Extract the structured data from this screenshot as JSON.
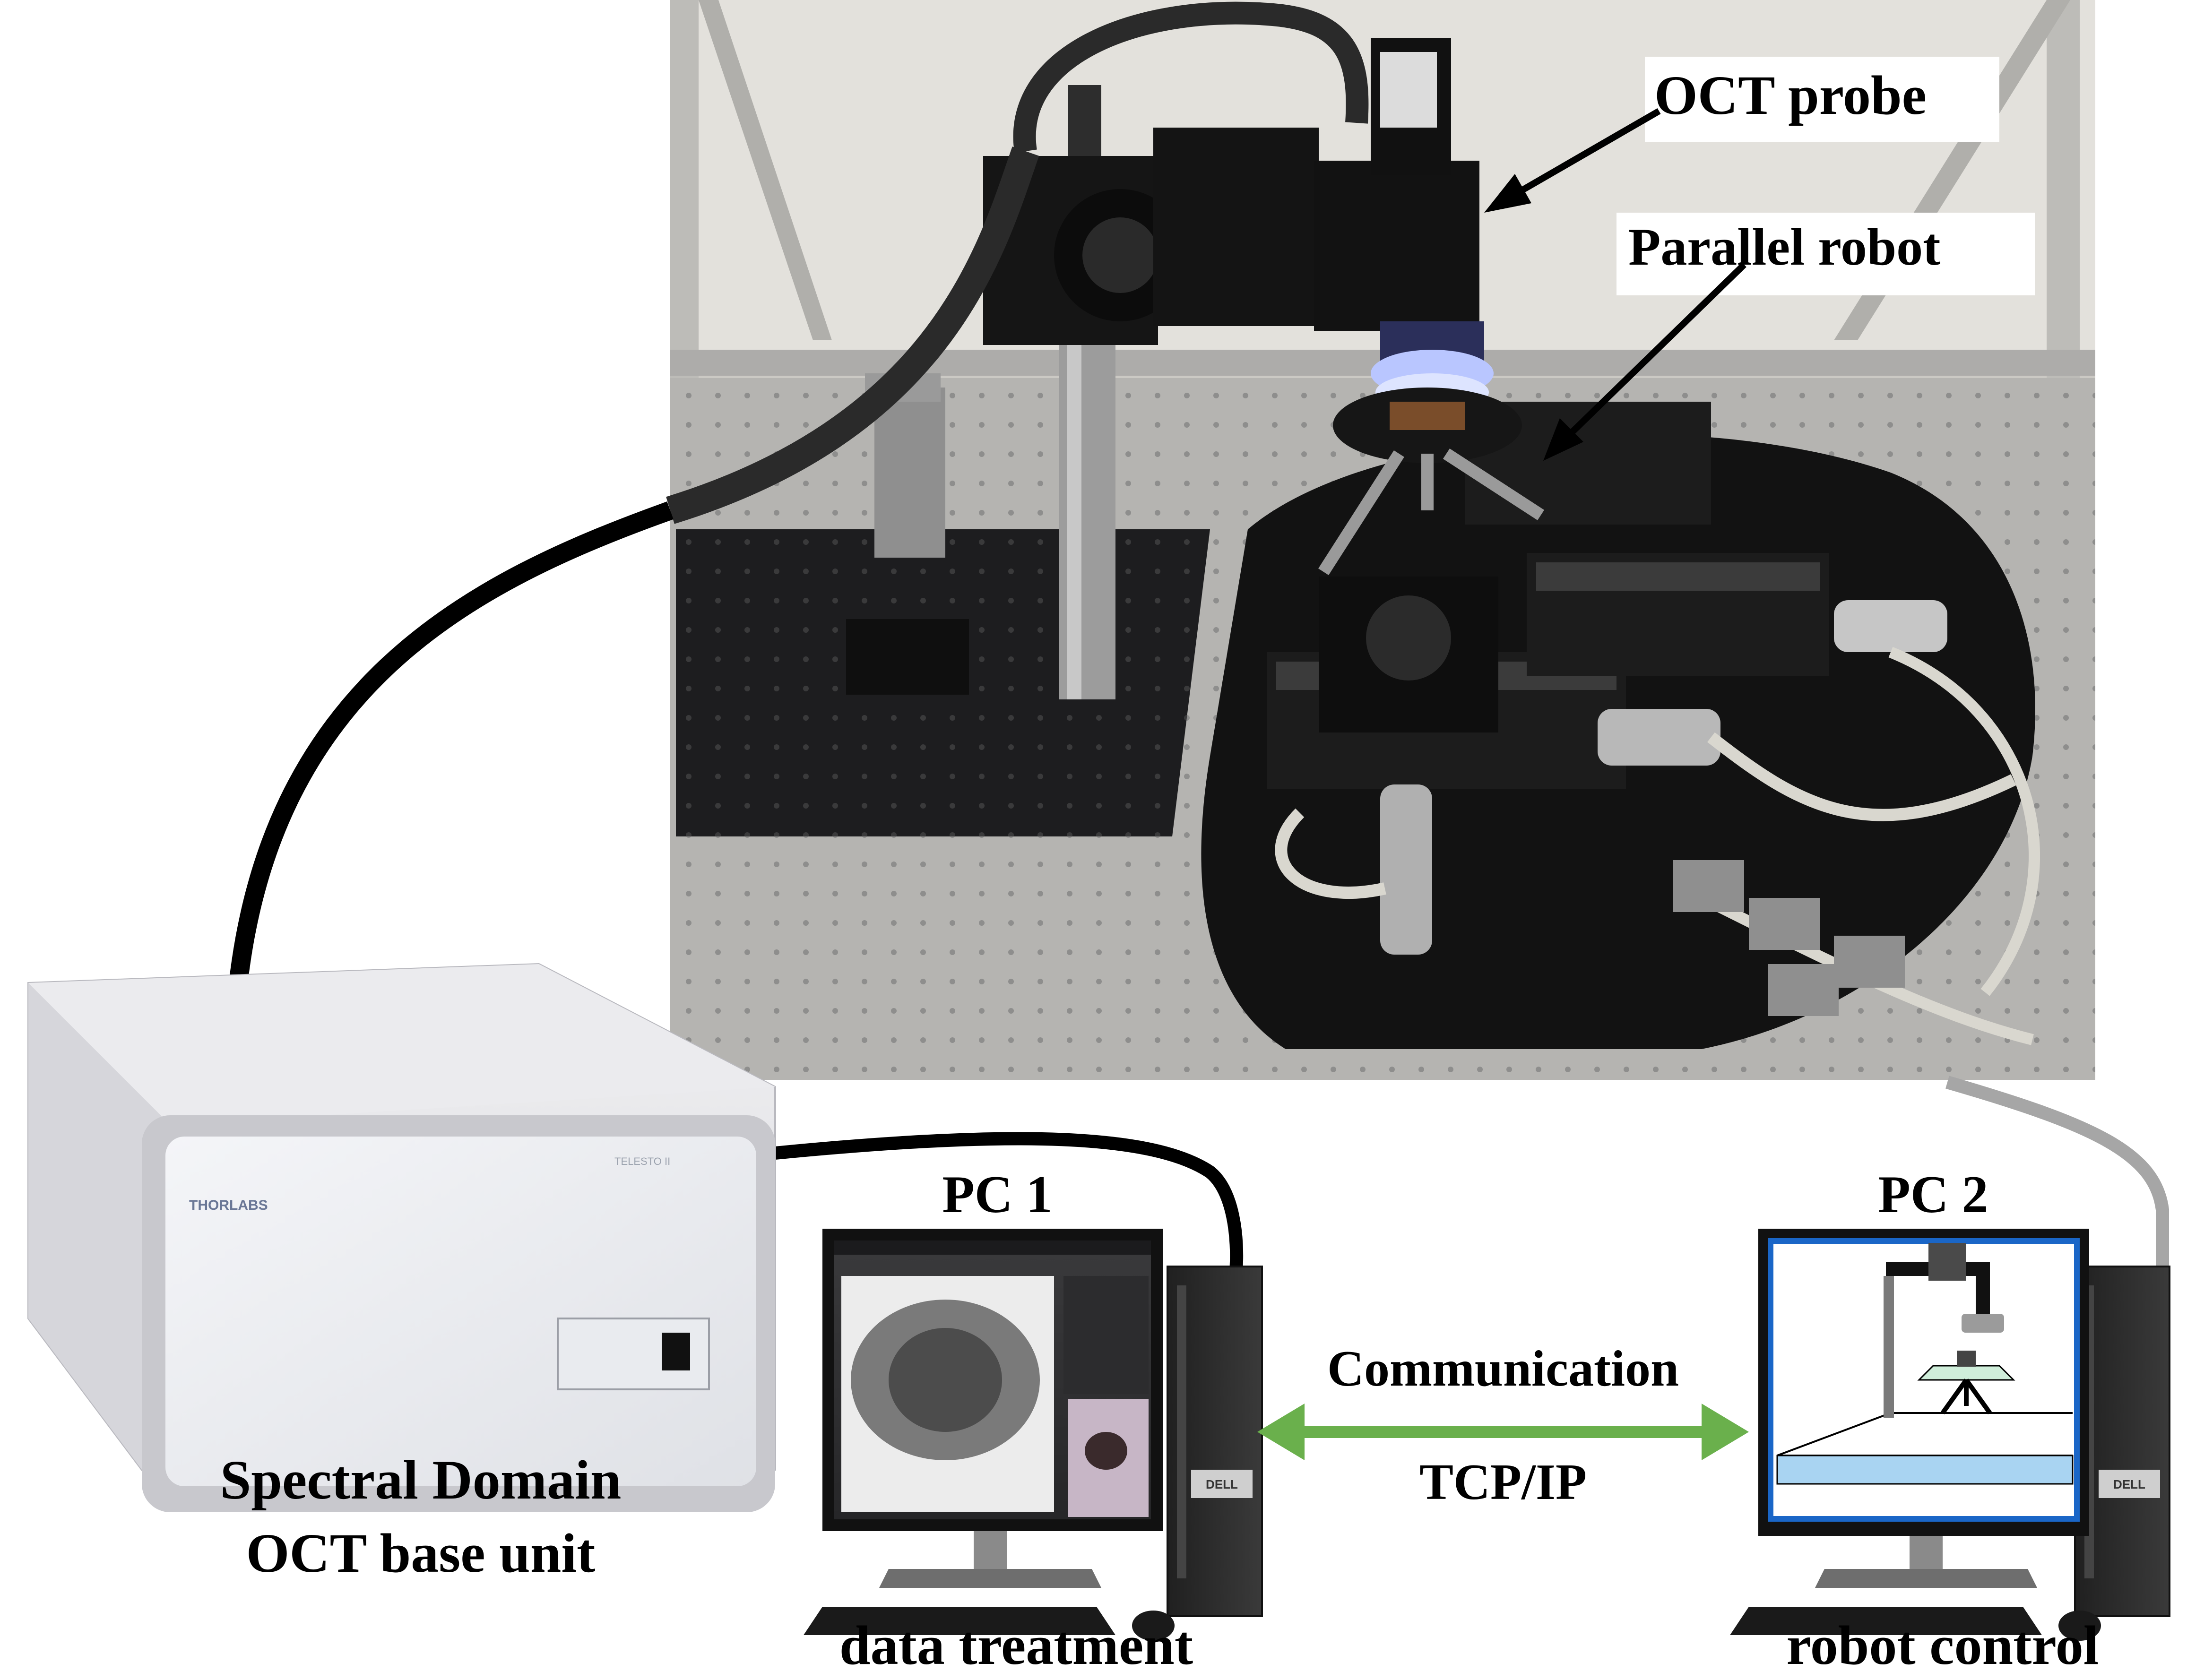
{
  "labels": {
    "oct_probe": "OCT probe",
    "parallel_robot": "Parallel robot",
    "base_unit_line1": "Spectral Domain",
    "base_unit_line2": "OCT base unit",
    "pc1": "PC 1",
    "pc1_role": "data treatment",
    "pc2": "PC 2",
    "pc2_role": "robot control",
    "communication": "Communication",
    "protocol": "TCP/IP"
  },
  "device_marks": {
    "oct_box_brand": "THORLABS",
    "oct_box_model": "TELESTO II",
    "pc_tower_brand": "DELL"
  },
  "colors": {
    "arrow_green": "#6ab04c",
    "cable_black": "#000000",
    "cable_gray": "#a6a6a6",
    "oct_box_body": "#e6e6ea",
    "photo_bg": "#c9c9c7",
    "robot_black": "#151515",
    "pc2_stage_blue": "#a9d4f2",
    "pc2_screen_border": "#1a66c7"
  }
}
